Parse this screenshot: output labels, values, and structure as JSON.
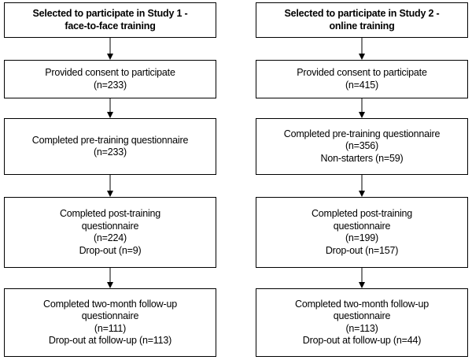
{
  "left": {
    "header": [
      "Selected to participate  in Study 1 -",
      "face-to-face training"
    ],
    "consent": [
      "Provided consent to participate",
      "(n=233)"
    ],
    "pre": [
      "Completed pre-training questionnaire",
      "(n=233)"
    ],
    "post": [
      "Completed post-training",
      "questionnaire",
      "(n=224)",
      "Drop-out (n=9)"
    ],
    "followup": [
      "Completed two-month follow-up",
      "questionnaire",
      "(n=111)",
      "Drop-out at follow-up (n=113)"
    ]
  },
  "right": {
    "header": [
      "Selected to participate  in Study 2 -",
      "online  training"
    ],
    "consent": [
      "Provided consent to participate",
      "(n=415)"
    ],
    "pre": [
      "Completed pre-training questionnaire",
      "(n=356)",
      "Non-starters (n=59)"
    ],
    "post": [
      "Completed post-training",
      "questionnaire",
      "(n=199)",
      "Drop-out (n=157)"
    ],
    "followup": [
      "Completed two-month follow-up",
      "questionnaire",
      "(n=113)",
      "Drop-out at follow-up (n=44)"
    ]
  }
}
